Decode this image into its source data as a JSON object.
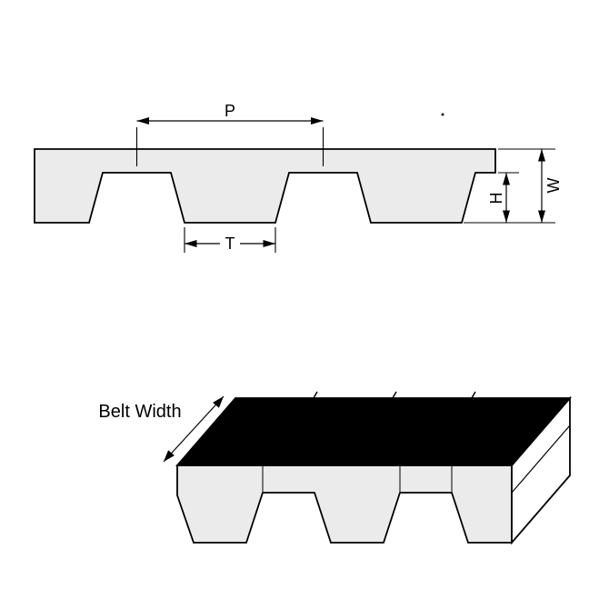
{
  "figure": {
    "cross_section": {
      "pitch_label": "P",
      "tooth_width_label": "T",
      "tooth_height_label": "H",
      "belt_thickness_label": "W"
    },
    "belt_3d": {
      "width_label": "Belt Width"
    },
    "colors": {
      "outline": "#000000",
      "belt_fill": "#ebebeb",
      "top_face_fill": "#000000",
      "end_face_fill": "#ffffff",
      "background": "#ffffff"
    }
  }
}
